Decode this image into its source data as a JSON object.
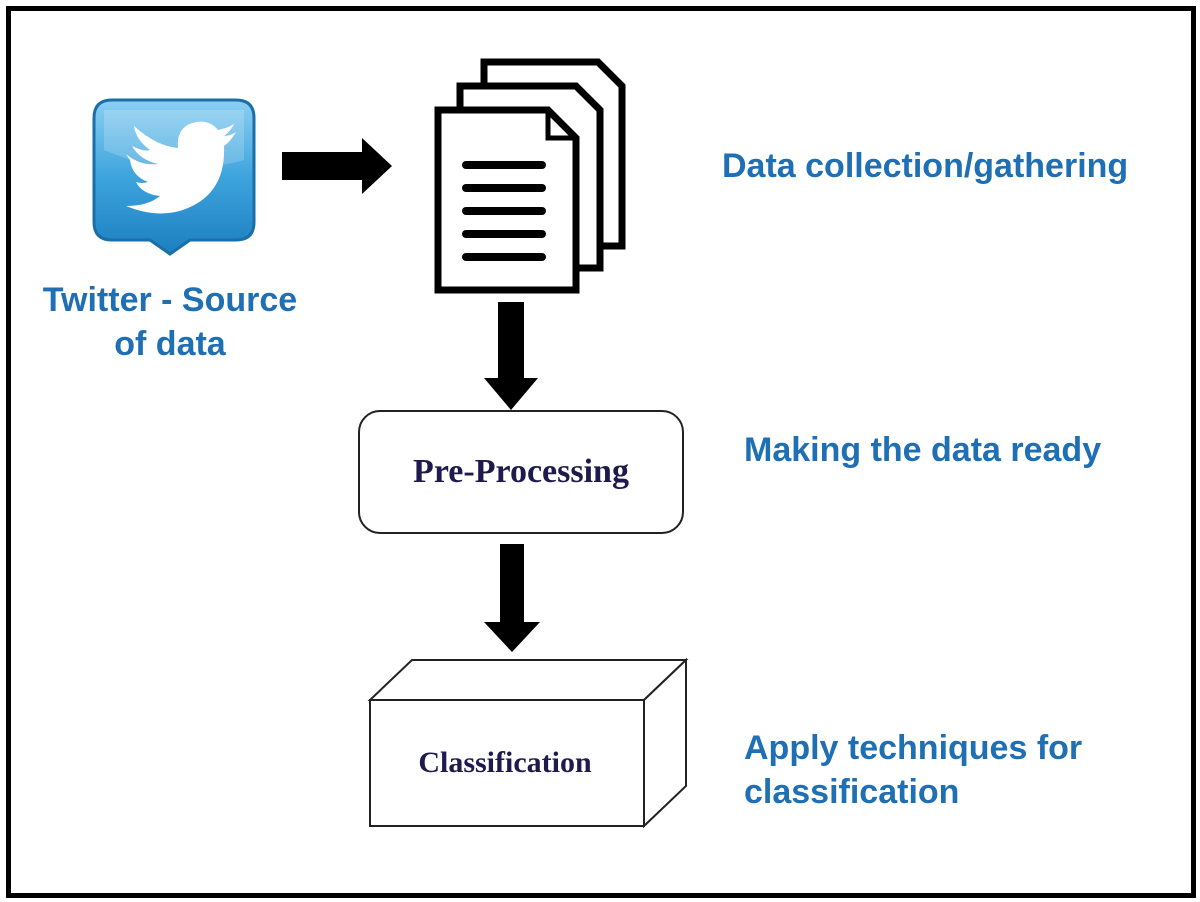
{
  "source": {
    "icon": "twitter-bird-icon",
    "icon_color": "#3da4dd",
    "caption_line1": "Twitter - Source",
    "caption_line2": "of data"
  },
  "steps": {
    "collection": {
      "icon": "documents-stack-icon",
      "caption": "Data collection/gathering"
    },
    "preprocessing": {
      "label": "Pre-Processing",
      "caption": "Making the data ready"
    },
    "classification": {
      "label": "Classification",
      "caption_line1": "Apply techniques for",
      "caption_line2": "classification"
    }
  },
  "colors": {
    "caption_blue": "#1f6fb4",
    "label_navy": "#1e1a4e",
    "arrow": "#000000"
  }
}
